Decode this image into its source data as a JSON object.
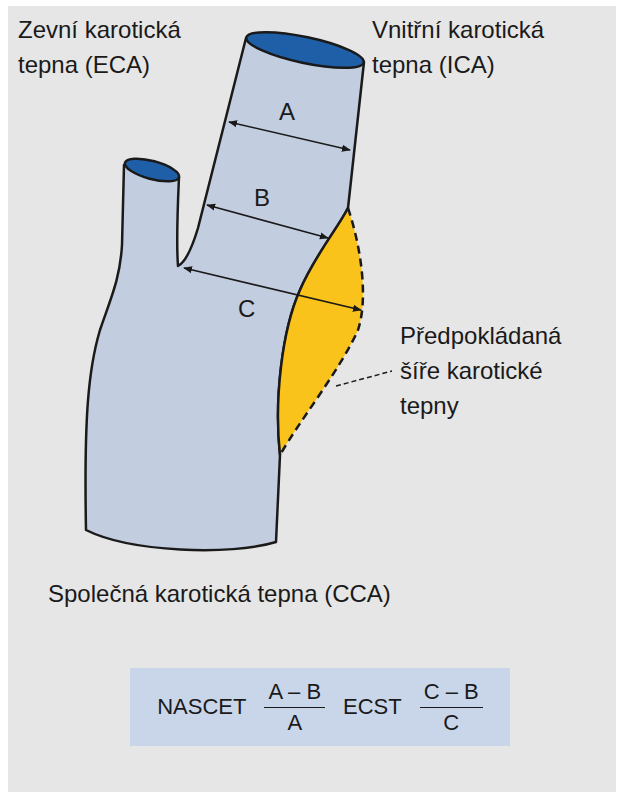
{
  "diagram": {
    "nodes": [
      {
        "text": [
          "NASCET",
          "A – B",
          "A",
          "ECST",
          "C – B",
          "C"
        ]
      }
    ],
    "labels": [
      "Zevní karotická tepna (ECA)",
      "Vnitřní karotická tepna (ICA)",
      "A",
      "B",
      "C",
      "Předpokládaná šíře karotické tepny",
      "Společná karotická tepna (CCA)"
    ]
  }
}
